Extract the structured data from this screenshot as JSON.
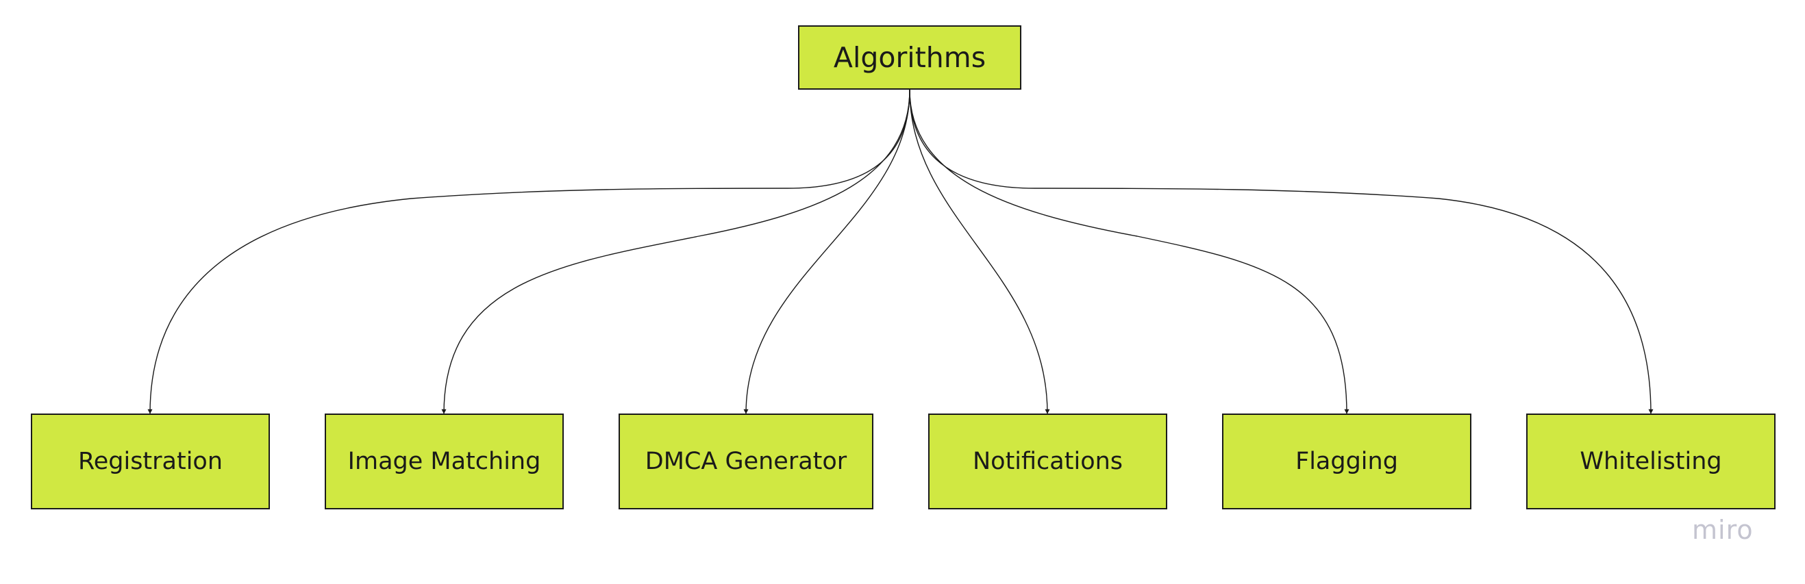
{
  "diagram": {
    "root": {
      "label": "Algorithms"
    },
    "children": [
      {
        "id": "registration",
        "label": "Registration"
      },
      {
        "id": "image-matching",
        "label": "Image Matching"
      },
      {
        "id": "dmca-generator",
        "label": "DMCA Generator"
      },
      {
        "id": "notifications",
        "label": "Notifications"
      },
      {
        "id": "flagging",
        "label": "Flagging"
      },
      {
        "id": "whitelisting",
        "label": "Whitelisting"
      }
    ],
    "edges": [
      {
        "from": "algorithms",
        "to": "registration"
      },
      {
        "from": "algorithms",
        "to": "image-matching"
      },
      {
        "from": "algorithms",
        "to": "dmca-generator"
      },
      {
        "from": "algorithms",
        "to": "notifications"
      },
      {
        "from": "algorithms",
        "to": "flagging"
      },
      {
        "from": "algorithms",
        "to": "whitelisting"
      }
    ]
  },
  "colors": {
    "node_fill": "#d0e842",
    "node_border": "#1a1a1a",
    "connector": "#1a1a1a",
    "watermark": "#c4c4d0"
  },
  "watermark": {
    "text": "miro"
  }
}
